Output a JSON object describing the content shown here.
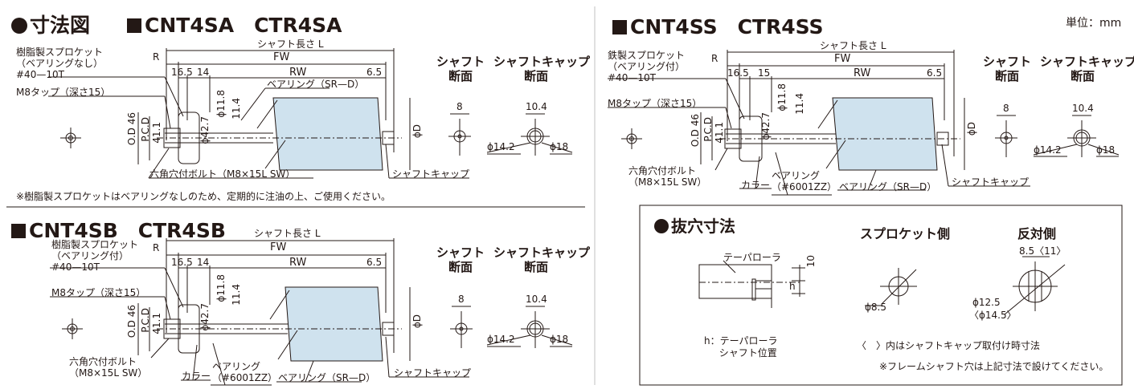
{
  "colors": {
    "roller": "#cfe2ee",
    "line": "#231815",
    "box": "#231815"
  },
  "p1": {
    "title_dimension": "寸法図",
    "model": "CNT4SA　CTR4SA",
    "label_length": "シャフト長さ L",
    "R": "R",
    "FW": "FW",
    "RW": "RW",
    "d165": "16.5",
    "d14": "14",
    "d65": "6.5",
    "sprocket": [
      "樹脂製スプロケット",
      "（ベアリングなし）",
      "#40—10T"
    ],
    "tap": "M8タップ（深さ15）",
    "bearing": "ベアリング（SR—D）",
    "phi118": "ϕ11.8",
    "d114": "11.4",
    "phi427": "ϕ42.7",
    "OD": "O.D 46",
    "PCD": "P.C.D",
    "d411": "41.1",
    "phiD": "ϕD",
    "bolt": "六角穴付ボルト（M8×15L SW）",
    "cap": "シャフトキャップ",
    "note": "※樹脂製スプロケットはベアリングなしのため、定期的に注油の上、ご使用ください。"
  },
  "p2": {
    "model": "CNT4SS　CTR4SS",
    "unit": "単位：mm",
    "label_length": "シャフト長さ L",
    "R": "R",
    "FW": "FW",
    "RW": "RW",
    "d165": "16.5",
    "d15": "15",
    "d65": "6.5",
    "sprocket": [
      "鉄製スプロケット",
      "（ベアリング付）",
      "#40—10T"
    ],
    "tap": "M8タップ（深さ15）",
    "phi118": "ϕ11.8",
    "d114": "11.4",
    "phi427": "ϕ42.7",
    "OD": "O.D 46",
    "PCD": "P.C.D",
    "d411": "41.1",
    "phiD": "ϕD",
    "bolt": [
      "六角穴付ボルト",
      "（M8×15L SW）"
    ],
    "collar": "カラー",
    "bearing_in": [
      "ベアリング",
      "（#6001ZZ）"
    ],
    "bearing": "ベアリング（SR—D）",
    "cap": "シャフトキャップ"
  },
  "p3": {
    "model": "CNT4SB　CTR4SB",
    "label_length": "シャフト長さ L",
    "R": "R",
    "FW": "FW",
    "RW": "RW",
    "d165": "16.5",
    "d14": "14",
    "d65": "6.5",
    "sprocket": [
      "樹脂製スプロケット",
      "（ベアリング付）",
      "#40—10T"
    ],
    "tap": "M8タップ（深さ15）",
    "phi118": "ϕ11.8",
    "d114": "11.4",
    "phi427": "ϕ42.7",
    "OD": "O.D 46",
    "PCD": "P.C.D",
    "d411": "41.1",
    "phiD": "ϕD",
    "bolt": [
      "六角穴付ボルト",
      "（M8×15L SW）"
    ],
    "collar": "カラー",
    "bearing_in": [
      "ベアリング",
      "（#6001ZZ）"
    ],
    "bearing": "ベアリング（SR—D）",
    "cap": "シャフトキャップ"
  },
  "section": {
    "shaft": [
      "シャフト",
      "断面"
    ],
    "cap": [
      "シャフトキャップ",
      "断面"
    ],
    "d8": "8",
    "d104": "10.4",
    "phi142": "ϕ14.2",
    "phi18": "ϕ18"
  },
  "hole": {
    "title": "抜穴寸法",
    "sprocket_side": "スプロケット側",
    "opposite_side": "反対側",
    "taper_roller": "テーパローラ",
    "d10": "10",
    "h": "h",
    "phi85": "ϕ8.5",
    "d85_11": "8.5〈11〉",
    "phi125": "ϕ12.5",
    "phi145": "〈ϕ14.5〉",
    "h_desc": [
      "h：テーパローラ",
      "シャフト位置"
    ],
    "bracket_note": "〈　〉内はシャフトキャップ取付け時寸法",
    "frame_note": "※フレームシャフト穴は上記寸法で設けてください。"
  }
}
